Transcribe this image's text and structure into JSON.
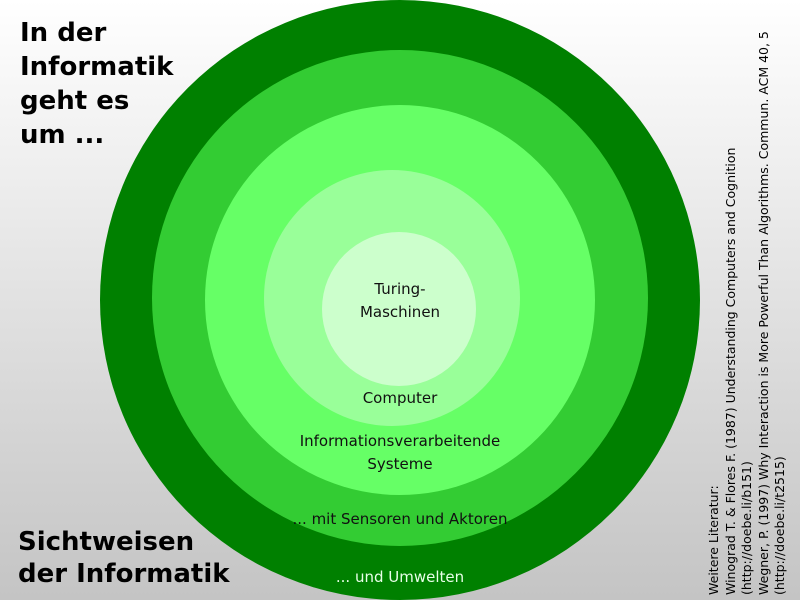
{
  "slide": {
    "title_top": [
      "In der",
      "Informatik",
      "geht es",
      "um ..."
    ],
    "title_bottom": [
      "Sichtweisen",
      "der Informatik"
    ]
  },
  "diagram": {
    "rings": [
      {
        "id": "umwelten",
        "lines": [
          "... und Umwelten"
        ],
        "color": "#008000"
      },
      {
        "id": "sensoren",
        "lines": [
          "... mit Sensoren und Aktoren"
        ],
        "color": "#33cc33"
      },
      {
        "id": "systeme",
        "lines": [
          "Informationsverarbeitende",
          "Systeme"
        ],
        "color": "#66ff66"
      },
      {
        "id": "computer",
        "lines": [
          "Computer"
        ],
        "color": "#99ff99"
      },
      {
        "id": "turing",
        "lines": [
          "Turing-",
          "Maschinen"
        ],
        "color": "#ccffcc"
      }
    ]
  },
  "literature": {
    "heading": "Weitere Literatur:",
    "entries": [
      "Winograd T. & Flores F. (1987) Understanding Computers and Cognition",
      "(http://doebe.li/b151)",
      "Wegner, P. (1997) Why Interaction is More Powerful Than Algorithms. Commun. ACM 40, 5",
      "(http://doebe.li/t2515)"
    ]
  }
}
